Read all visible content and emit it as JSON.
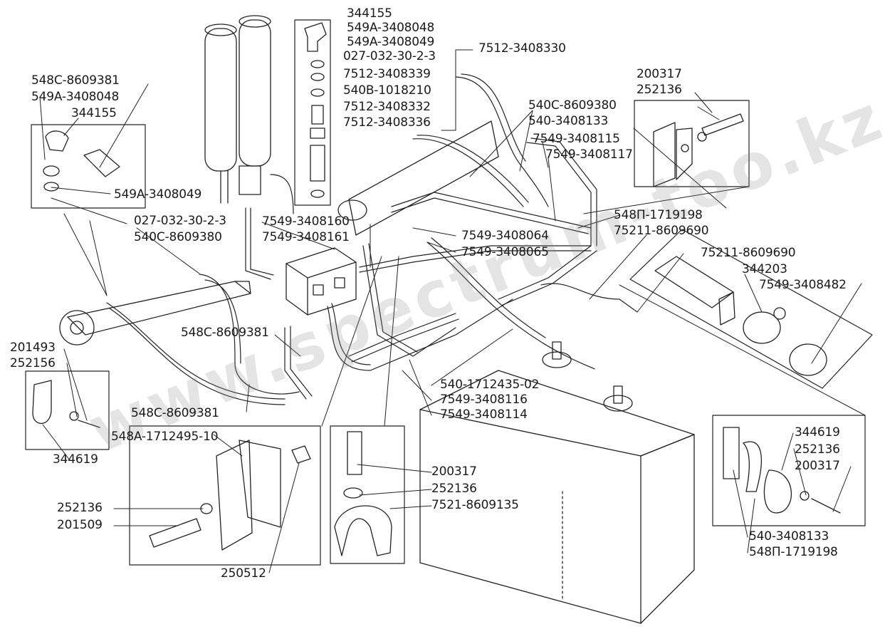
{
  "diagram": {
    "watermark": "www.spectrum-too.kz",
    "labels": {
      "a": "344155",
      "b": "549A-3408048",
      "c": "549A-3408049",
      "d": "027-032-30-2-3",
      "e": "7512-3408339",
      "f": "540B-1018210",
      "g": "7512-3408332",
      "h": "7512-3408336",
      "i": "7512-3408330",
      "j": "548C-8609381",
      "k": "549A-3408048",
      "l": "344155",
      "m": "549A-3408049",
      "n": "027-032-30-2-3",
      "o": "540C-8609380",
      "p": "540C-8609380",
      "q": "540-3408133",
      "r": "200317",
      "s": "252136",
      "t": "7549-3408115",
      "u": "7549-3408117",
      "v": "7549-3408160",
      "w": "7549-3408161",
      "x": "7549-3408064",
      "y": "7549-3408065",
      "z": "548П-1719198",
      "aa": "75211-8609690",
      "ab": "75211-8609690",
      "ac": "344203",
      "ad": "7549-3408482",
      "ae": "548C-8609381",
      "af": "201493",
      "ag": "252156",
      "ah": "344619",
      "ai": "548C-8609381",
      "aj": "548A-1712495-10",
      "ak": "540-1712435-02",
      "al": "7549-3408116",
      "am": "7549-3408114",
      "an": "200317",
      "ao": "252136",
      "ap": "7521-8609135",
      "aq": "252136",
      "ar": "201509",
      "as": "250512",
      "at": "344619",
      "au": "252136",
      "av": "200317",
      "aw": "540-3408133",
      "ax": "548П-1719198"
    }
  }
}
